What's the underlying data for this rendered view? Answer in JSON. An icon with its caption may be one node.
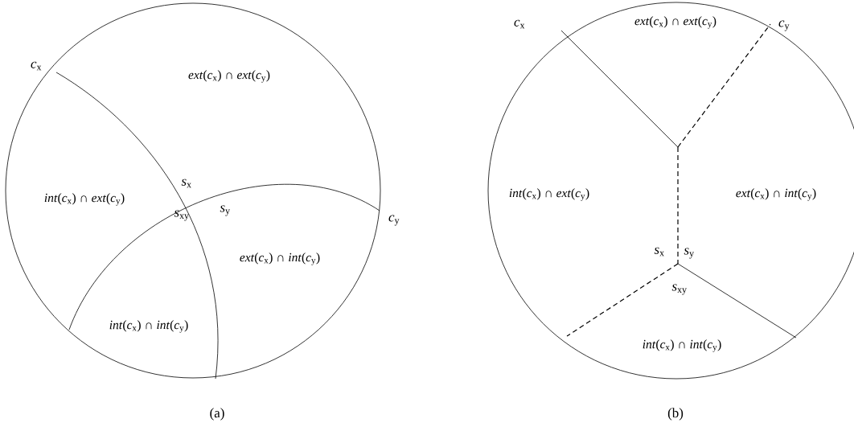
{
  "diagram": {
    "labels": [
      "*c*$_{x}$",
      "*ext*(*c*$_{x}$) ∩ *ext*(*c*$_{y}$)",
      "*s*$_{x}$",
      "*int*(*c*$_{x}$) ∩ *ext*(*c*$_{y}$)",
      "*s*$_{xy}$",
      "*s*$_{y}$",
      "*c*$_{y}$",
      "*ext*(*c*$_{x}$) ∩ *int*(*c*$_{y}$)",
      "*int*(*c*$_{x}$) ∩ *int*(*c*$_{y}$)",
      "(a)",
      "*c*$_{x}$",
      "*ext*(*c*$_{x}$) ∩ *ext*(*c*$_{y}$)",
      "*c*$_{y}$",
      "*int*(*c*$_{x}$) ∩ *ext*(*c*$_{y}$)",
      "*ext*(*c*$_{x}$) ∩ *int*(*c*$_{y}$)",
      "*s*$_{x}$",
      "*s*$_{y}$",
      "*s*$_{xy}$",
      "*int*(*c*$_{x}$) ∩ *int*(*c*$_{y}$)",
      "(b)"
    ]
  }
}
